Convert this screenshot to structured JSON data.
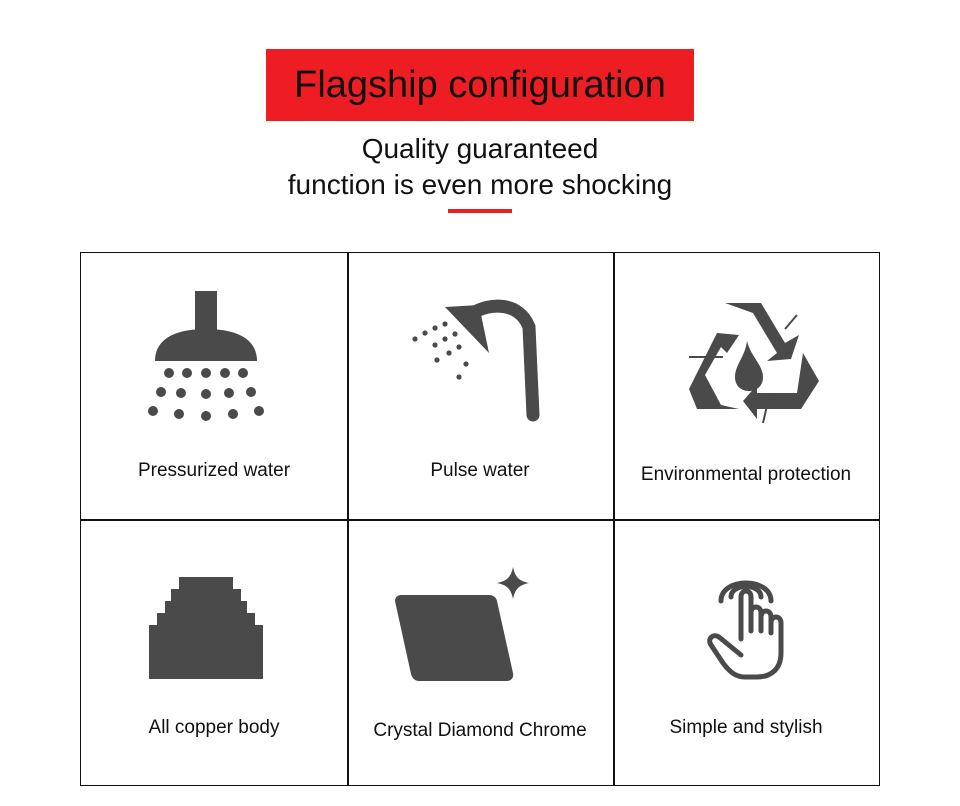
{
  "header": {
    "title": "Flagship configuration",
    "subtitle_line1": "Quality guaranteed",
    "subtitle_line2": "function is even more shocking"
  },
  "colors": {
    "accent": "#ee1d23",
    "icon": "#4a4a4a",
    "text": "#111111"
  },
  "features": [
    {
      "label": "Pressurized water",
      "icon": "shower-head-icon"
    },
    {
      "label": "Pulse water",
      "icon": "handheld-shower-icon"
    },
    {
      "label": "Environmental protection",
      "icon": "recycle-icon"
    },
    {
      "label": "All copper body",
      "icon": "stepped-block-icon"
    },
    {
      "label": "Crystal Diamond Chrome",
      "icon": "sparkle-chrome-icon"
    },
    {
      "label": "Simple and stylish",
      "icon": "touch-hand-icon"
    }
  ]
}
